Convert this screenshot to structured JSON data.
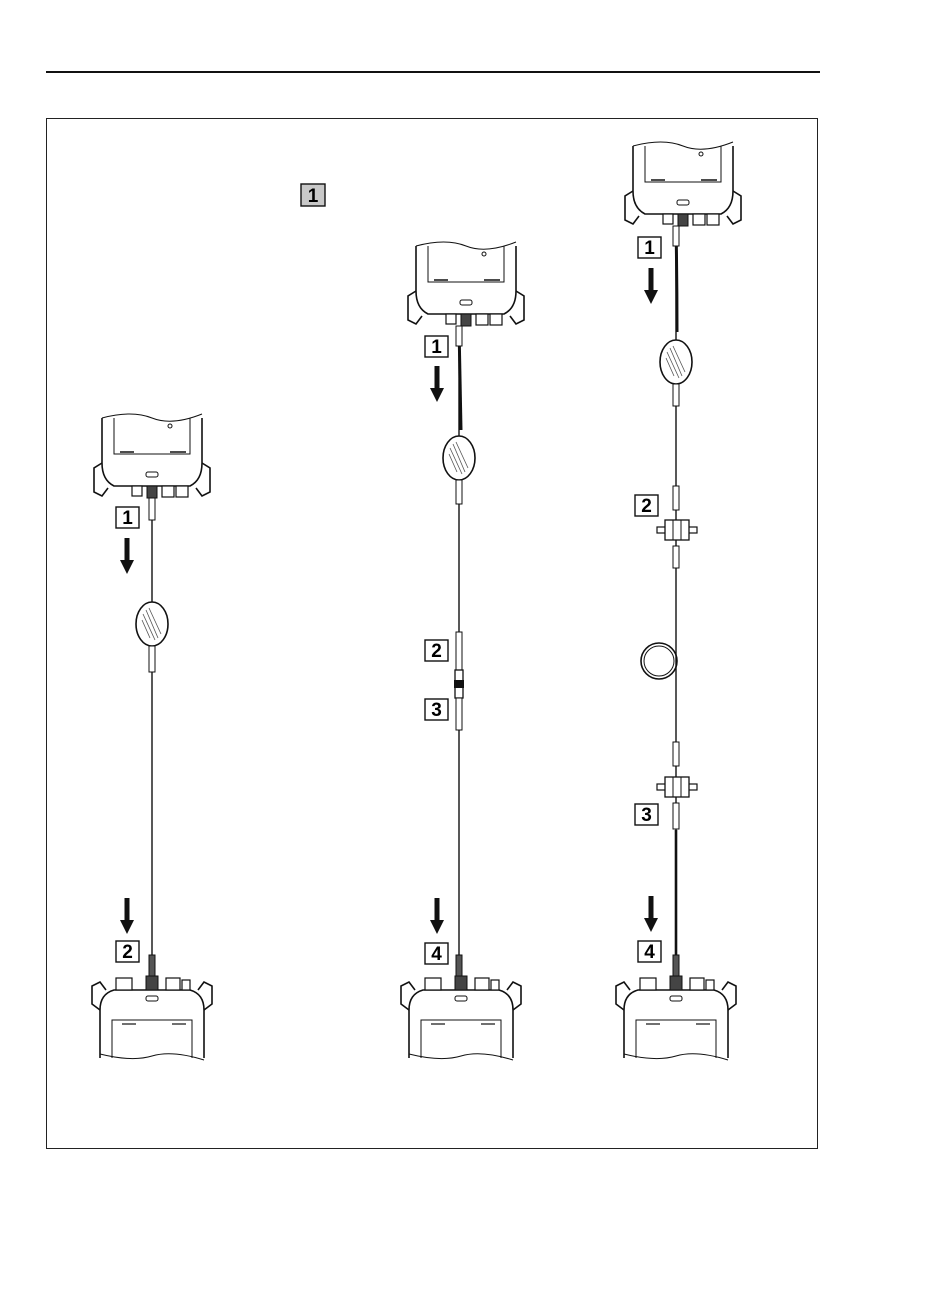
{
  "legend": {
    "step": "1"
  },
  "panels": [
    {
      "steps": [
        "1",
        "2"
      ]
    },
    {
      "steps": [
        "1",
        "2",
        "3",
        "4"
      ]
    },
    {
      "steps": [
        "1",
        "2",
        "3",
        "4"
      ]
    }
  ],
  "colors": {
    "line": "#111111",
    "legend_fill": "#c8c8c8",
    "box_fill": "#ffffff"
  }
}
